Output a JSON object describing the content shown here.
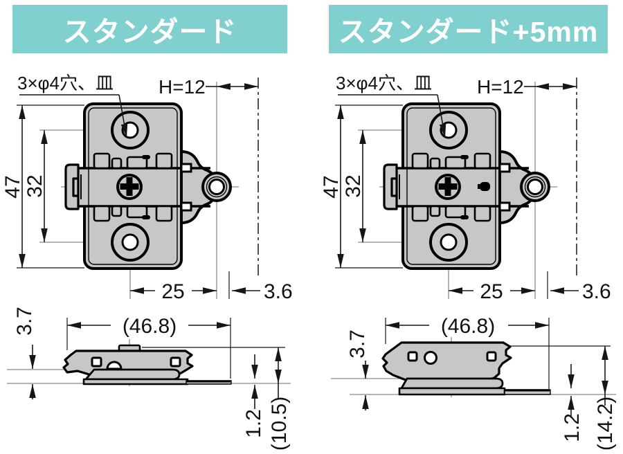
{
  "colors": {
    "banner": "#80d0d0",
    "banner_text": "#ffffff",
    "part_fill": "#c7c7c7",
    "outline": "#000000",
    "dim_line": "#161616",
    "centerline": "#8a8a8a",
    "text": "#111111",
    "background": "#ffffff"
  },
  "plan_dimensions": {
    "hole_note": "3×φ4穴、皿",
    "mount_height": "H=12",
    "overall_height": "47",
    "screw_pitch": "32",
    "cup_distance": "25",
    "edge_offset": "3.6"
  },
  "side_dimensions_common": {
    "overall_width": "(46.8)",
    "wing_height": "3.7",
    "base_thickness": "1.2"
  },
  "panels": [
    {
      "title": "スタンダード",
      "side_total_height": "(10.5)"
    },
    {
      "title": "スタンダード+5mm",
      "side_total_height": "(14.2)"
    }
  ]
}
